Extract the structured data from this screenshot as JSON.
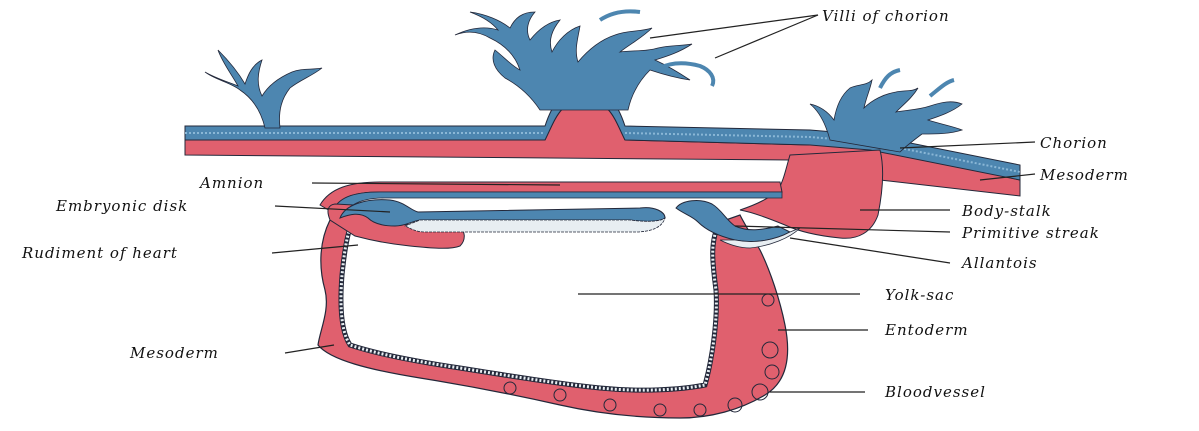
{
  "colors": {
    "mesoderm": "#e0606e",
    "mesoderm_light": "#f08a96",
    "ectoderm": "#4d86b0",
    "ectoderm_light": "#8ab7d6",
    "entoderm": "#c9d4dc",
    "outline": "#23283a",
    "leader": "#222222"
  },
  "labels": {
    "villi_of_chorion": "Villi of chorion",
    "chorion": "Chorion",
    "mesoderm_right": "Mesoderm",
    "amnion": "Amnion",
    "embryonic_disk": "Embryonic disk",
    "body_stalk": "Body-stalk",
    "primitive_streak": "Primitive streak",
    "rudiment_of_heart": "Rudiment of heart",
    "allantois": "Allantois",
    "yolk_sac": "Yolk-sac",
    "entoderm": "Entoderm",
    "mesoderm_left": "Mesoderm",
    "bloodvessel": "Bloodvessel"
  }
}
